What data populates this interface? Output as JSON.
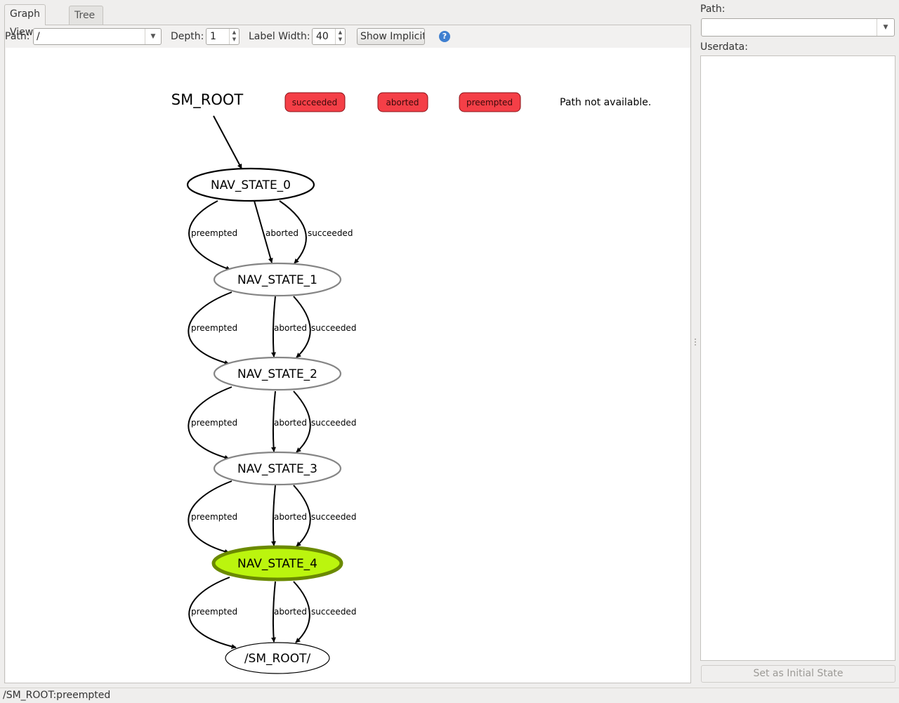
{
  "tabs": [
    {
      "label": "Graph View",
      "active": true
    },
    {
      "label": "Tree View",
      "active": false
    }
  ],
  "toolbar": {
    "path_label": "Path:",
    "path_value": "/",
    "depth_label": "Depth:",
    "depth_value": "1",
    "label_width_label": "Label Width:",
    "label_width_value": "40",
    "show_implicit_label": "Show Implicit",
    "help_icon": "help-icon"
  },
  "graph": {
    "container": "SM_ROOT",
    "outcomes": [
      "succeeded",
      "aborted",
      "preempted"
    ],
    "message": "Path not available.",
    "states": [
      "NAV_STATE_0",
      "NAV_STATE_1",
      "NAV_STATE_2",
      "NAV_STATE_3",
      "NAV_STATE_4"
    ],
    "terminal": "/SM_ROOT/",
    "edge_labels": [
      "preempted",
      "aborted",
      "succeeded"
    ],
    "active_state": "NAV_STATE_4",
    "colors": {
      "outcome_fill": "#f43f47",
      "active_fill": "#bbf50e",
      "active_border": "#6b8a00"
    }
  },
  "right": {
    "path_label": "Path:",
    "path_value": "",
    "userdata_label": "Userdata:",
    "initial_state_button": "Set as Initial State"
  },
  "status": {
    "text": "/SM_ROOT:preempted"
  }
}
